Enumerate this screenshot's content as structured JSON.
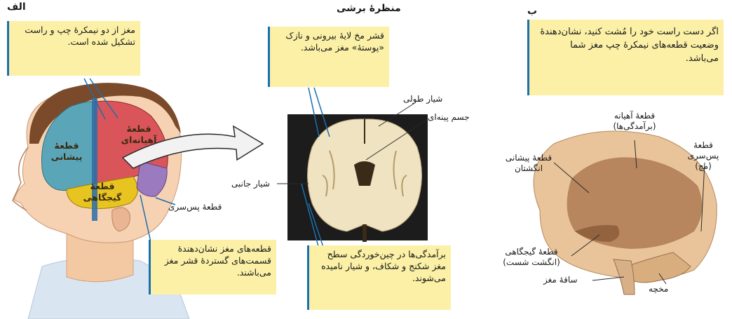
{
  "panels": {
    "left_title": "الف",
    "middle_title": "منظرهٔ برشی",
    "right_title": "ب"
  },
  "callouts": {
    "hemispheres": "مغز از دو نیمکرهٔ چپ و راست تشکیل شده است.",
    "cortex": "قشر مخ لایهٔ بیرونی و نازک «پوستهٔ» مغز می‌باشد.",
    "fist": "اگر دست راست خود را مُشت کنید، نشان‌دهندهٔ وضعیت قطعه‌های نیمکرهٔ چپ مغز شما می‌باشد.",
    "lobes": "قطعه‌های مغز نشان‌دهندهٔ قسمت‌های گستردهٔ قشر مغز می‌باشند.",
    "gyri": "برآمدگی‌ها در چین‌خوردگی سطح مغز شکنج و شکاف، و شیار نامیده می‌شوند."
  },
  "left_lobes": {
    "frontal": "قطعهٔ پیشانی",
    "parietal": "قطعهٔ آهیانه‌ای",
    "temporal": "قطعهٔ گیجگاهی",
    "occipital": "قطعهٔ پس‌سری"
  },
  "section_labels": {
    "longitudinal": "شیار طولی",
    "corpus": "جسم پینه‌ای",
    "lateral": "شیار جانبی"
  },
  "right_labels": {
    "parietal": "قطعهٔ آهیانه (برآمدگی‌ها)",
    "occipital": "قطعهٔ پس‌سری (مچ)",
    "frontal": "قطعهٔ پیشانی انگشتان",
    "temporal": "قطعهٔ گیجگاهی (انگشت شست)",
    "brainstem": "ساقهٔ مغز",
    "cerebellum": "مخچه"
  },
  "colors": {
    "callout_bg": "#fbf0a6",
    "frontal": "#5aa6b8",
    "parietal": "#d9555a",
    "temporal": "#e8c420",
    "occipital": "#9b7ac0",
    "line": "#1a6fb0"
  }
}
